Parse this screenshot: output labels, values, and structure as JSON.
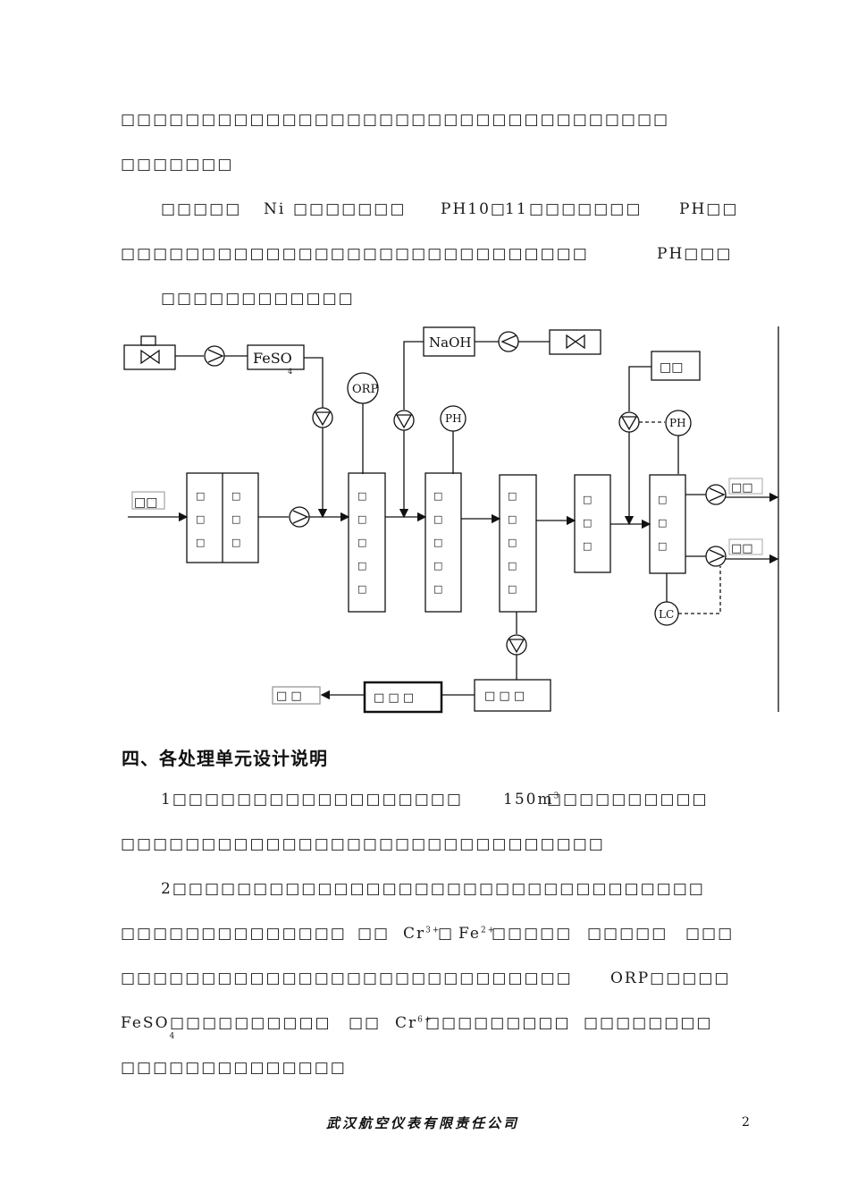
{
  "paragraph1": {
    "line1": "□□□□□□□□□□□□□□□□□□□□□□□□□□□□□□□□□□",
    "line2": "□□□□□□□"
  },
  "paragraph2": {
    "a": "□□□□□",
    "ni": "Ni",
    "b": "□□□□□□□",
    "ph1": "PH10□",
    "num11": "11",
    "c": "□□□□□□□",
    "ph2": "PH□□",
    "line2a": "□□□□□□□□□□□□□□□□□□□□□□□□□□□□□",
    "line2b": "PH□□□",
    "line3": "□□□□□□□□□□□□"
  },
  "diagram": {
    "feso4": "FeSO",
    "feso4_sub": "4",
    "naoh": "NaOH",
    "orp": "ORP",
    "ph": "PH",
    "lc": "LC",
    "inlet": "□□",
    "acid": "□□",
    "out1": "□□",
    "out2": "□□",
    "tank_char": "□",
    "bottom1": "□ □",
    "bottom2": "□ □ □",
    "bottom3": "□ □ □"
  },
  "section4": {
    "heading": "四、各处理单元设计说明",
    "p1_a": "1□□□□□□□□□□□□□□□□□□",
    "p1_b": "150m",
    "p1_sup": "3",
    "p1_c": "□□□□□□□□□□",
    "p1_line2": "□□□□□□□□□□□□□□□□□□□□□□□□□□□□□□",
    "p2_line1": "2□□□□□□□□□□□□□□□□□□□□□□□□□□□□□□□□□",
    "p2_l2a": "□□□□□□□□□□□□□□",
    "p2_l2b": "□□",
    "cr3": "Cr",
    "cr3_sup": "3+",
    "p2_l2c": "□",
    "fe2": "Fe",
    "fe2_sup": "2+",
    "p2_l2d": "□□□□□",
    "p2_l2e": "□□□□□",
    "p2_l2f": "□□□",
    "p2_l3a": "□□□□□□□□□□□□□□□□□□□□□□□□□□□□",
    "p2_l3b": "ORP□□□□□",
    "feso4": "FeSO",
    "feso4_sub": "4",
    "p2_l4a": "□□□□□□□□□□",
    "p2_l4b": "□□",
    "cr6": "Cr",
    "cr6_sup": "6+",
    "p2_l4c": "□□□□□□□□□",
    "p2_l4d": "□□□□□□□□",
    "p2_line5": "□□□□□□□□□□□□□□"
  },
  "footer": {
    "company": "武汉航空仪表有限责任公司",
    "page": "2"
  }
}
